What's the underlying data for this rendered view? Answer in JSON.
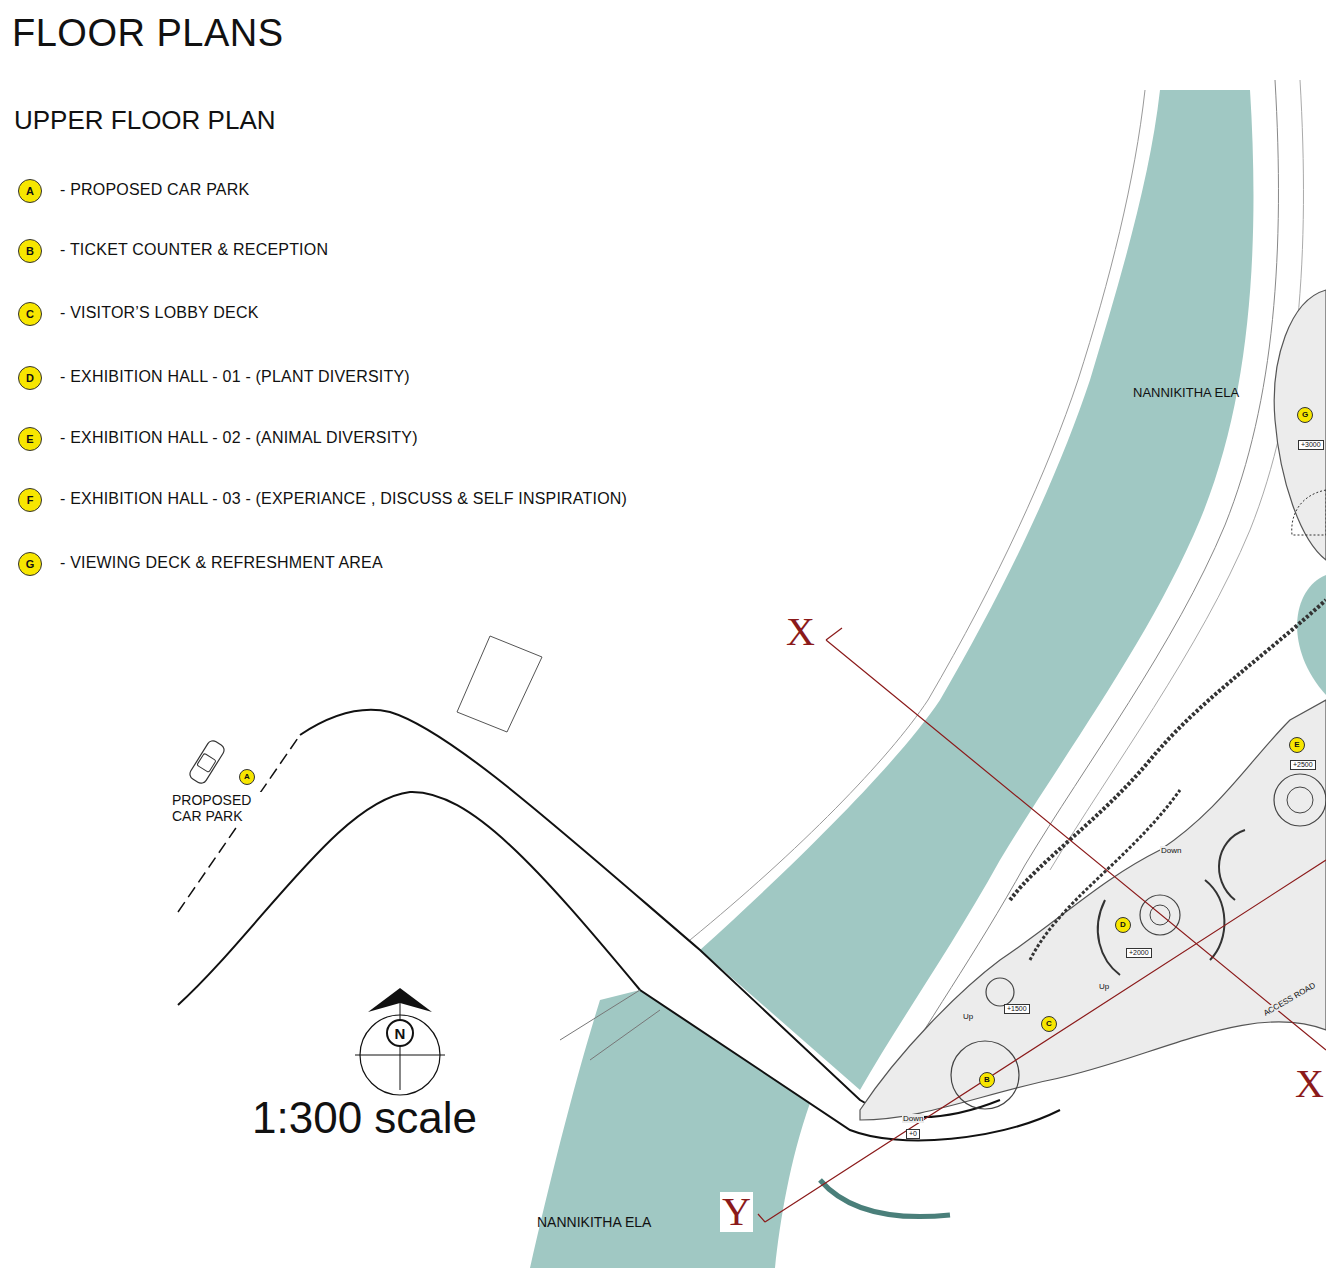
{
  "diagram": {
    "title": "FLOOR PLANS",
    "nodes": [
      {
        "text": [
          "A"
        ]
      },
      {
        "text": [
          "B"
        ]
      },
      {
        "text": [
          "C"
        ]
      },
      {
        "text": [
          "D"
        ]
      },
      {
        "text": [
          "E"
        ]
      },
      {
        "text": [
          "F"
        ]
      },
      {
        "text": [
          "G"
        ]
      },
      {
        "text": [
          "G"
        ]
      },
      {
        "text": [
          "E"
        ]
      },
      {
        "text": [
          "A"
        ]
      },
      {
        "text": [
          "D"
        ]
      },
      {
        "text": [
          "C"
        ]
      },
      {
        "text": [
          "N"
        ]
      },
      {
        "text": [
          "B"
        ]
      }
    ],
    "labels": [
      "UPPER FLOOR PLAN",
      "- PROPOSED CAR PARK",
      "- TICKET COUNTER & RECEPTION",
      "- VISITOR’S LOBBY DECK",
      "- EXHIBITION HALL - 01 - (PLANT DIVERSITY)",
      "- EXHIBITION HALL - 02 - (ANIMAL DIVERSITY)",
      "- EXHIBITION HALL - 03 - (EXPERIANCE , DISCUSS & SELF INSPIRATION)",
      "- VIEWING DECK & REFRESHMENT AREA",
      "NANNIKITHA ELA",
      "+3000",
      "X",
      "+2500",
      "PROPOSED CAR PARK",
      "Down",
      "+2000",
      "Up",
      "ACCESS ROAD",
      "+1500",
      "X",
      "1:300 scale",
      "Down",
      "+0",
      "Y",
      "NANNIKITHA ELA",
      "Up"
    ]
  }
}
